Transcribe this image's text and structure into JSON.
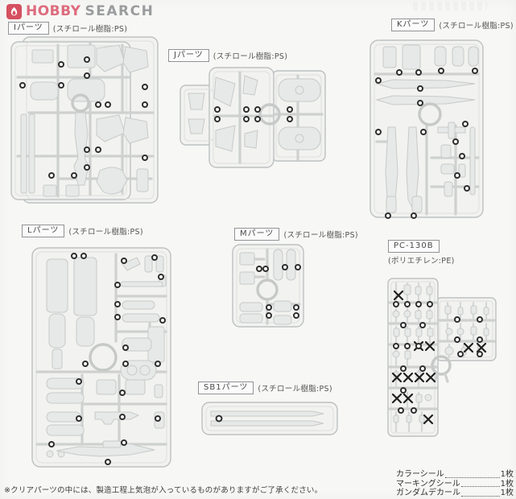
{
  "logo": {
    "brand_primary": "HOBBY",
    "brand_secondary": "SEARCH",
    "icon": "flame-icon",
    "icon_bg": "#d5505f",
    "primary_color": "#dd6b7d",
    "secondary_color": "#9a9c9e"
  },
  "runners": [
    {
      "code": "Iパーツ",
      "material": "(スチロール樹脂:PS)"
    },
    {
      "code": "Jパーツ",
      "material": "(スチロール樹脂:PS)"
    },
    {
      "code": "Kパーツ",
      "material": "(スチロール樹脂:PS)"
    },
    {
      "code": "Lパーツ",
      "material": "(スチロール樹脂:PS)"
    },
    {
      "code": "Mパーツ",
      "material": "(スチロール樹脂:PS)"
    },
    {
      "code": "PC-130B",
      "material": "(ポリエチレン:PE)"
    },
    {
      "code": "SB1パーツ",
      "material": "(スチロール樹脂:PS)"
    }
  ],
  "contents": [
    {
      "label": "カラーシール",
      "count": "1枚"
    },
    {
      "label": "マーキングシール",
      "count": "1枚"
    },
    {
      "label": "ガンダムデカール",
      "count": "1枚"
    }
  ],
  "footnote": "※クリアパーツの中には、製造工程上気泡が入っているものがありますがご了承ください。"
}
